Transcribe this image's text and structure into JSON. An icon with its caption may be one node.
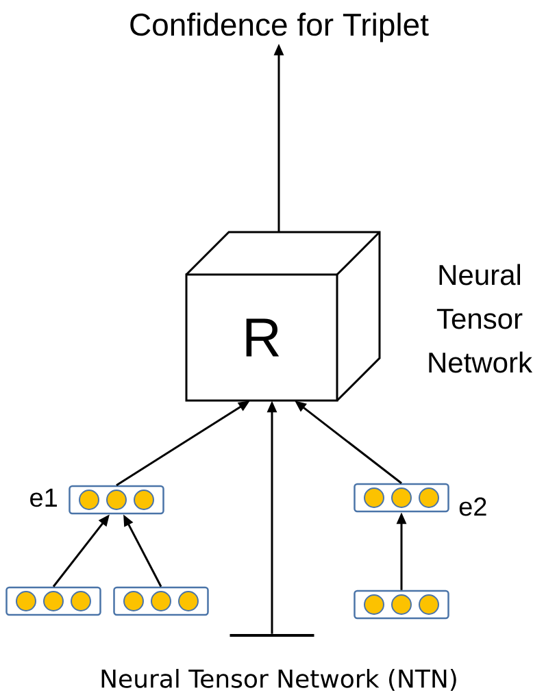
{
  "diagram": {
    "caption": "Neural Tensor Network (NTN)",
    "nodes": [
      {
        "text": [
          "Confidence for Triplet"
        ]
      },
      {
        "text": [
          "R"
        ],
        "beside": [
          "Neural Tensor Network"
        ]
      },
      {
        "text": [],
        "shape": "box",
        "beside": [
          "e1"
        ]
      },
      {
        "text": [],
        "shape": "box",
        "beside": [
          "e2"
        ]
      },
      {
        "text": [],
        "shape": "box"
      },
      {
        "text": [],
        "shape": "box"
      },
      {
        "text": [],
        "shape": "box"
      },
      {
        "text": [],
        "shape": "bar"
      }
    ],
    "edges": [
      {
        "from": 1,
        "to": 0,
        "arrow": "to"
      },
      {
        "from": 2,
        "to": 1,
        "arrow": "to"
      },
      {
        "from": 7,
        "to": 1,
        "arrow": "to"
      },
      {
        "from": 3,
        "to": 1,
        "arrow": "to"
      },
      {
        "from": 4,
        "to": 2,
        "arrow": "to"
      },
      {
        "from": 5,
        "to": 2,
        "arrow": "to"
      },
      {
        "from": 6,
        "to": 3,
        "arrow": "to"
      }
    ]
  }
}
